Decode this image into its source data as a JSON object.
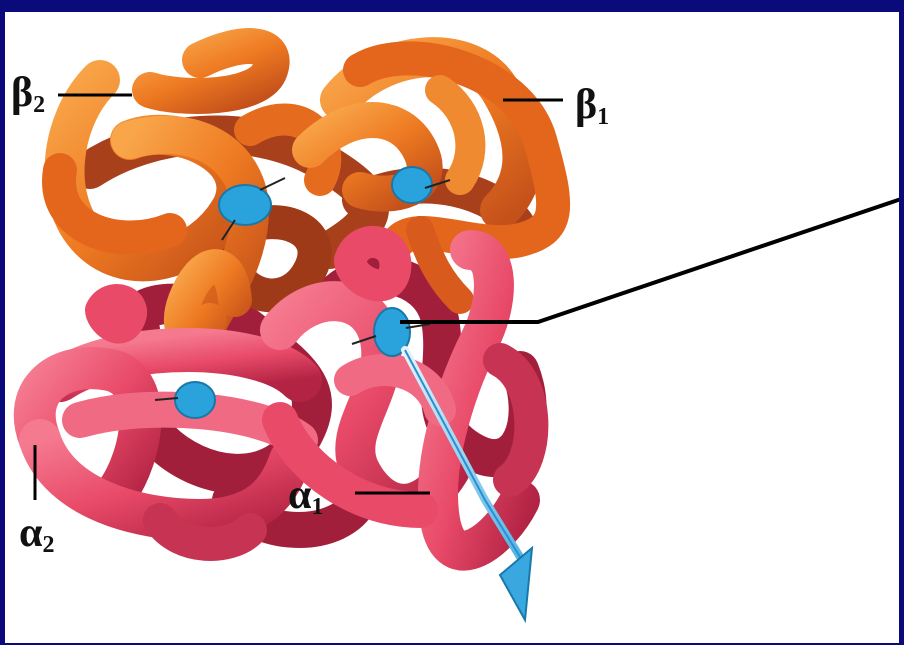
{
  "colors": {
    "frame": "#0a0a7a",
    "beta_chain": "#ee7a22",
    "beta_chain_dark": "#b8431a",
    "alpha_chain": "#e84a68",
    "alpha_chain_dark": "#b32344",
    "heme": "#2aa3dc",
    "leader_line": "#000000"
  },
  "labels": {
    "beta2": {
      "symbol": "β",
      "subscript": "2"
    },
    "beta1": {
      "symbol": "β",
      "subscript": "1"
    },
    "alpha1": {
      "symbol": "α",
      "subscript": "1"
    },
    "alpha2": {
      "symbol": "α",
      "subscript": "2"
    }
  },
  "icons": [
    "heme-group-icon",
    "oxygen-arrow-icon"
  ]
}
